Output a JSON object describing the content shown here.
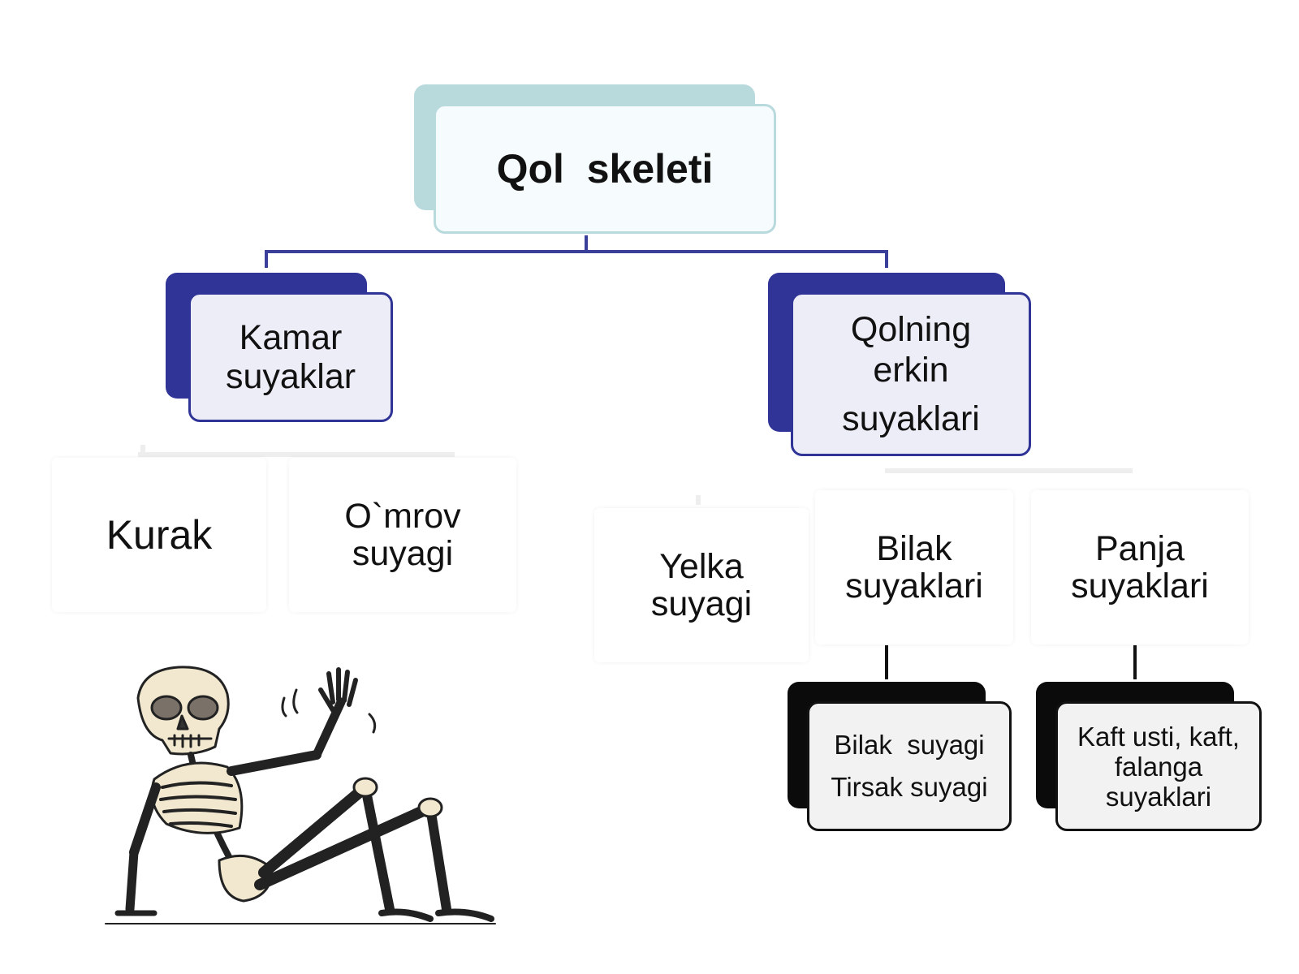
{
  "root": {
    "label": "Qol  skeleti"
  },
  "left_branch": {
    "lines": [
      "Kamar",
      "suyaklar"
    ]
  },
  "right_branch": {
    "lines": [
      "Qolning",
      "erkin",
      "suyaklari"
    ]
  },
  "left_children": [
    {
      "lines": [
        "Kurak"
      ]
    },
    {
      "lines": [
        "O`mrov",
        "suyagi"
      ]
    }
  ],
  "right_children": [
    {
      "lines": [
        "Yelka",
        "suyagi"
      ]
    },
    {
      "lines": [
        "Bilak",
        "suyaklari"
      ]
    },
    {
      "lines": [
        "Panja",
        "suyaklari"
      ]
    }
  ],
  "leaf_bilak": {
    "lines": [
      "Bilak  suyagi",
      "Tirsak suyagi"
    ]
  },
  "leaf_panja": {
    "lines": [
      "Kaft usti, kaft,",
      "falanga",
      "suyaklari"
    ]
  },
  "colors": {
    "root_shadow": "#b9dadd",
    "branch_navy": "#2f3496",
    "leaf_black": "#0b0b0b",
    "line": "#3a3f9a"
  },
  "illustration": {
    "icon": "waving-skeleton-icon"
  }
}
